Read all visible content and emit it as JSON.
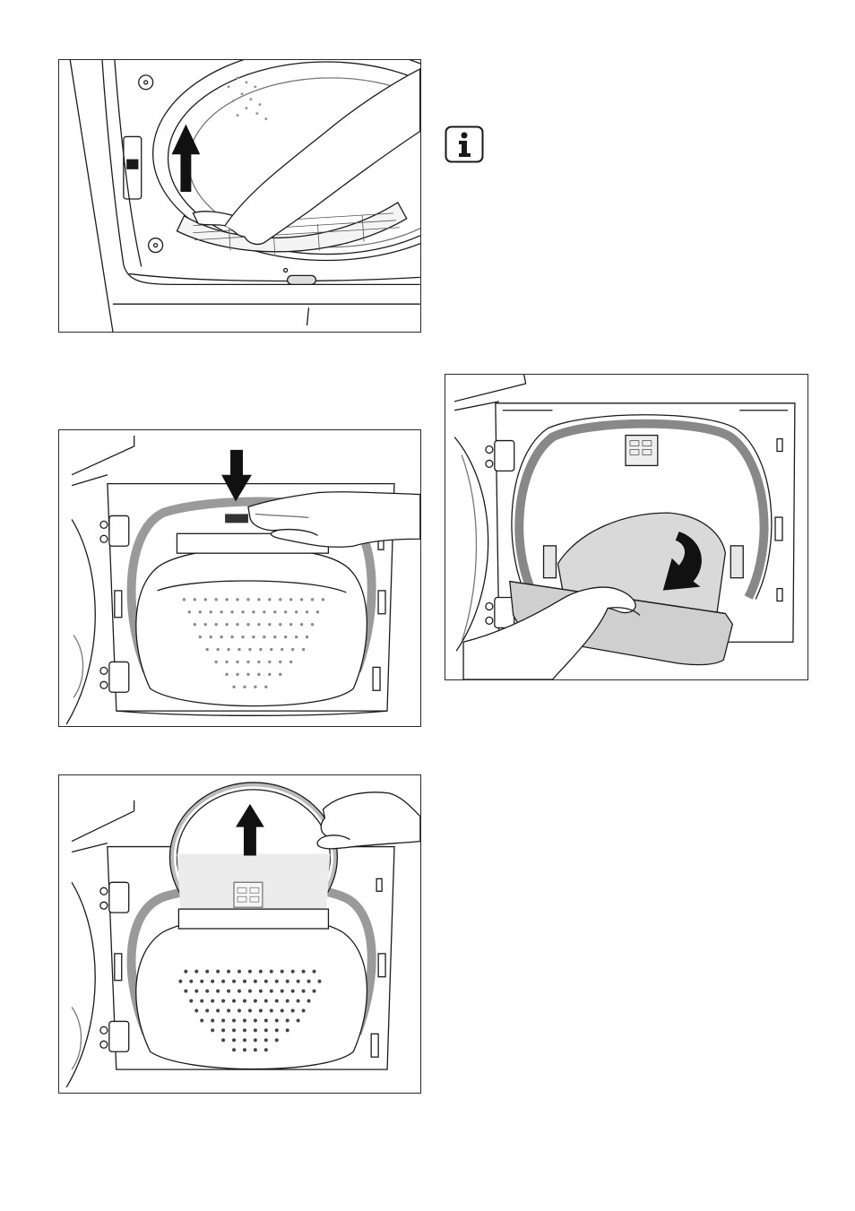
{
  "page": {
    "background": "#ffffff",
    "line_color": "#1a1a1a",
    "arrow_color": "#111111",
    "gasket_color": "#9a9a9a"
  },
  "icons": {
    "info": "info-icon",
    "arrow_up": "arrow-up-icon",
    "arrow_down": "arrow-down-icon",
    "arrow_curved": "curved-arrow-icon"
  },
  "figures": [
    {
      "name": "filter-lift-illustration",
      "action": "lift-filter-up"
    },
    {
      "name": "door-latch-press-illustration",
      "action": "press-latch-down"
    },
    {
      "name": "door-remove-illustration",
      "action": "lift-door-up"
    },
    {
      "name": "door-tilt-illustration",
      "action": "tilt-door-down"
    }
  ]
}
